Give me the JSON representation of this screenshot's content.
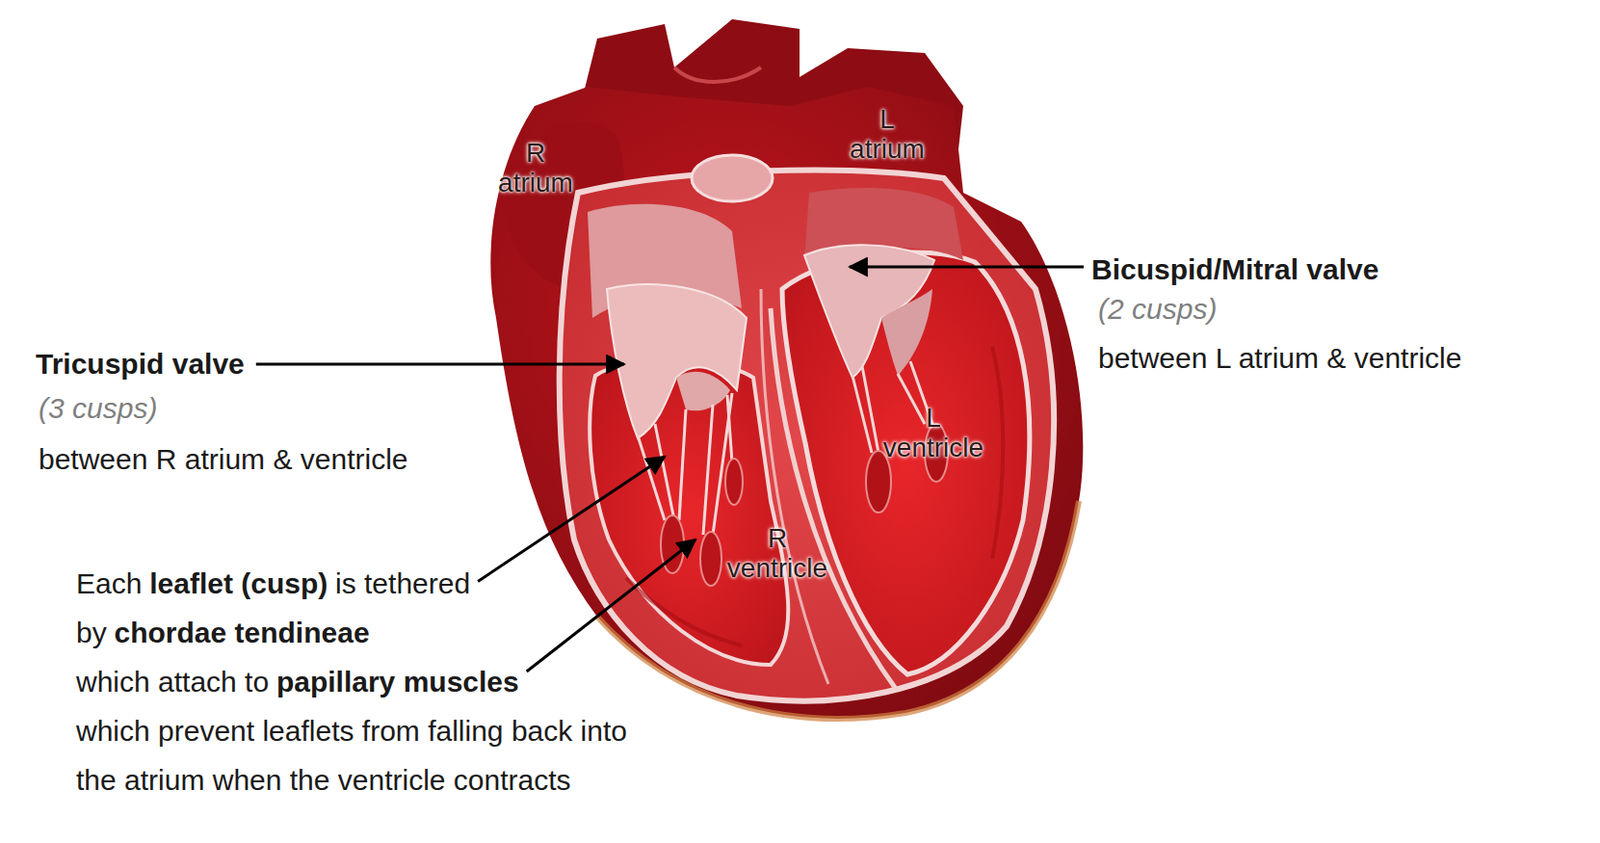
{
  "diagram": {
    "labels": [
      "R atrium",
      "L atrium",
      "Bicuspid/Mitral valve",
      "(2 cusps)",
      "between L atrium & ventricle",
      "Tricuspid valve",
      "(3 cusps)",
      "between R atrium & ventricle",
      "L ventricle",
      "R ventricle",
      "Each",
      "leaflet (cusp)",
      "is tethered",
      "by",
      "chordae tendineae",
      "which attach to",
      "papillary muscles",
      "which prevent leaflets from falling back into",
      "the atrium when the ventricle contracts"
    ]
  }
}
